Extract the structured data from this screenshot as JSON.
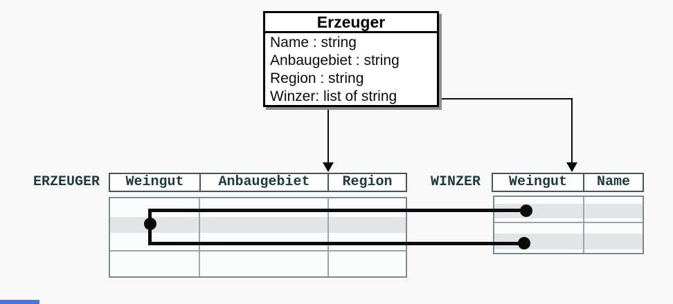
{
  "colors": {
    "background": "#f8f8f8",
    "row_highlight": "#e3e4e7",
    "header_border": "#44565c",
    "body_border": "#7b898e",
    "grid_line": "#9aa5a9",
    "table_text": "#1d3a41",
    "connector": "#0b0b0b",
    "accent_bar": "#4a74d8"
  },
  "class_box": {
    "title": "Erzeuger",
    "attributes": [
      "Name : string",
      "Anbaugebiet : string",
      "Region : string",
      "Winzer: list of string"
    ]
  },
  "erzeuger_table": {
    "label": "ERZEUGER",
    "columns": [
      "Weingut",
      "Anbaugebiet",
      "Region"
    ],
    "row_count": 4,
    "highlighted_row": 2
  },
  "winzer_table": {
    "label": "WINZER",
    "columns": [
      "Weingut",
      "Name"
    ],
    "row_count": 4,
    "highlighted_rows": [
      2,
      4
    ]
  }
}
